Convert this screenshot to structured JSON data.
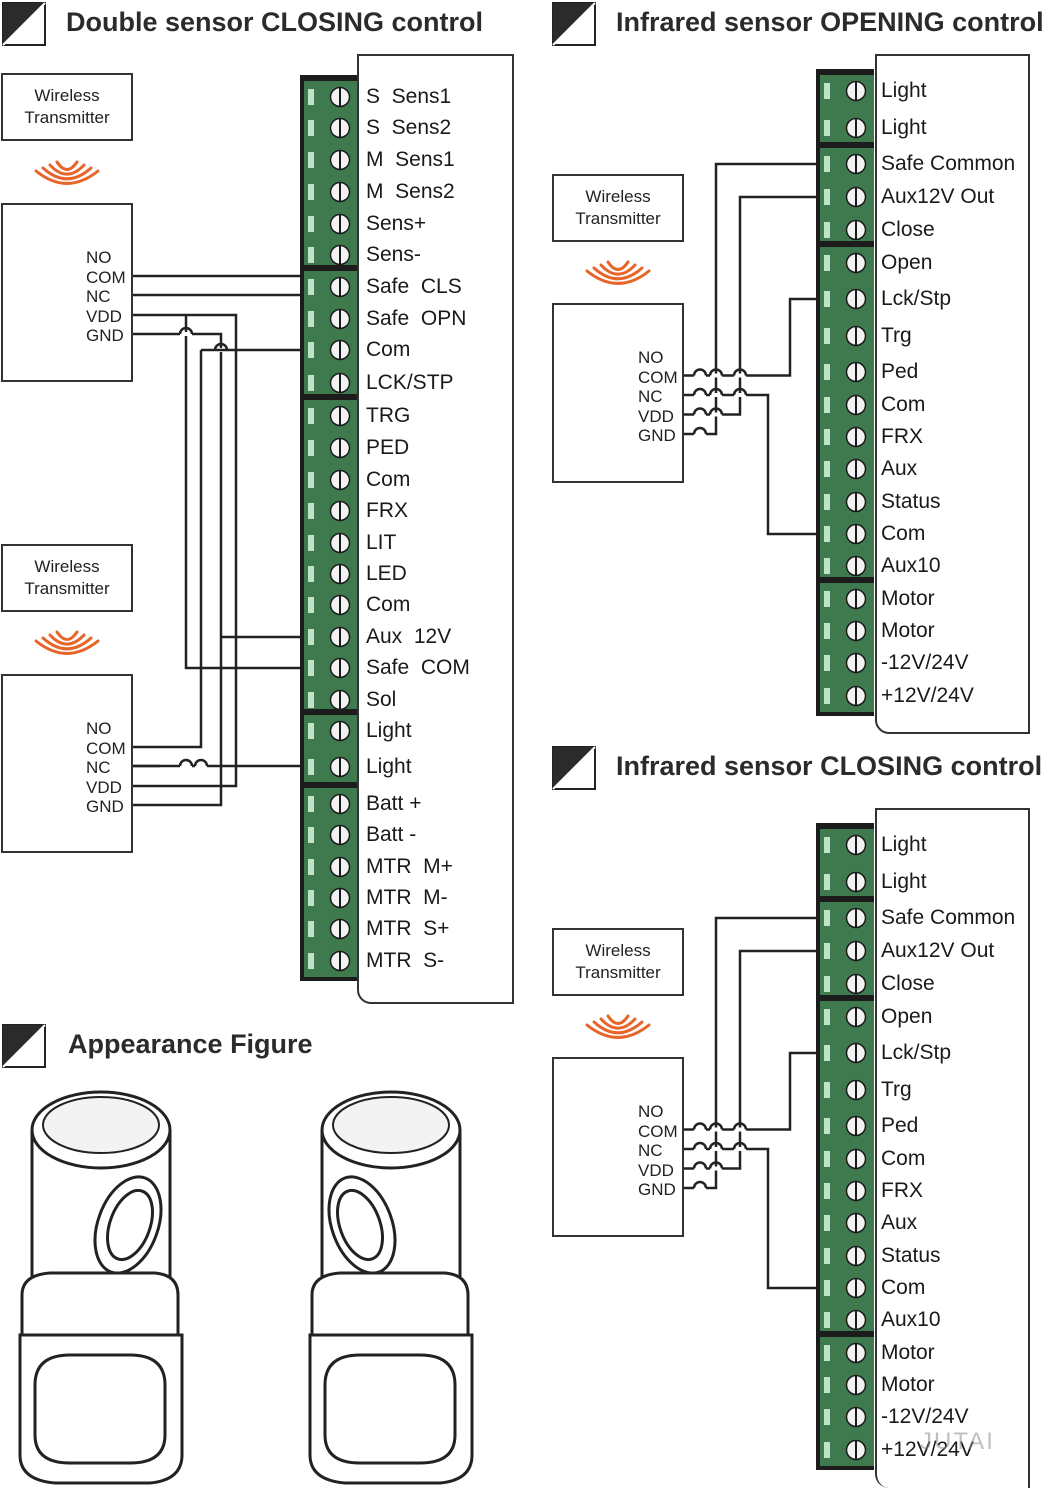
{
  "sections": {
    "double": {
      "title": "Double sensor  CLOSING control"
    },
    "opening": {
      "title": "Infrared sensor OPENING control"
    },
    "closing": {
      "title": "Infrared sensor CLOSING control"
    },
    "appearance": {
      "title": "Appearance Figure"
    }
  },
  "transmitter": {
    "line1": "Wireless",
    "line2": "Transmitter"
  },
  "sensor_pins": [
    "NO",
    "COM",
    "NC",
    "VDD",
    "GND"
  ],
  "left_terminals": [
    "S  Sens1",
    "S  Sens2",
    "M  Sens1",
    "M  Sens2",
    "Sens+",
    "Sens-",
    "Safe  CLS",
    "Safe  OPN",
    "Com",
    "LCK/STP",
    "TRG",
    "PED",
    "Com",
    "FRX",
    "LIT",
    "LED",
    "Com",
    "Aux  12V",
    "Safe  COM",
    "Sol",
    "Light",
    "Light",
    "Batt +",
    "Batt -",
    "MTR  M+",
    "MTR  M-",
    "MTR  S+",
    "MTR  S-"
  ],
  "right_terminals": [
    "Light",
    "Light",
    "Safe Common",
    "Aux12V Out",
    "Close",
    "Open",
    "Lck/Stp",
    "Trg",
    "Ped",
    "Com",
    "FRX",
    "Aux",
    "Status",
    "Com",
    "Aux10",
    "Motor",
    "Motor",
    "-12V/24V",
    "+12V/24V"
  ],
  "watermark": "JUTAI",
  "colors": {
    "terminal_green": "#3f7a4f",
    "pin_purple": "#7a1f8a",
    "wave_orange": "#e8652a",
    "line": "#222222"
  }
}
